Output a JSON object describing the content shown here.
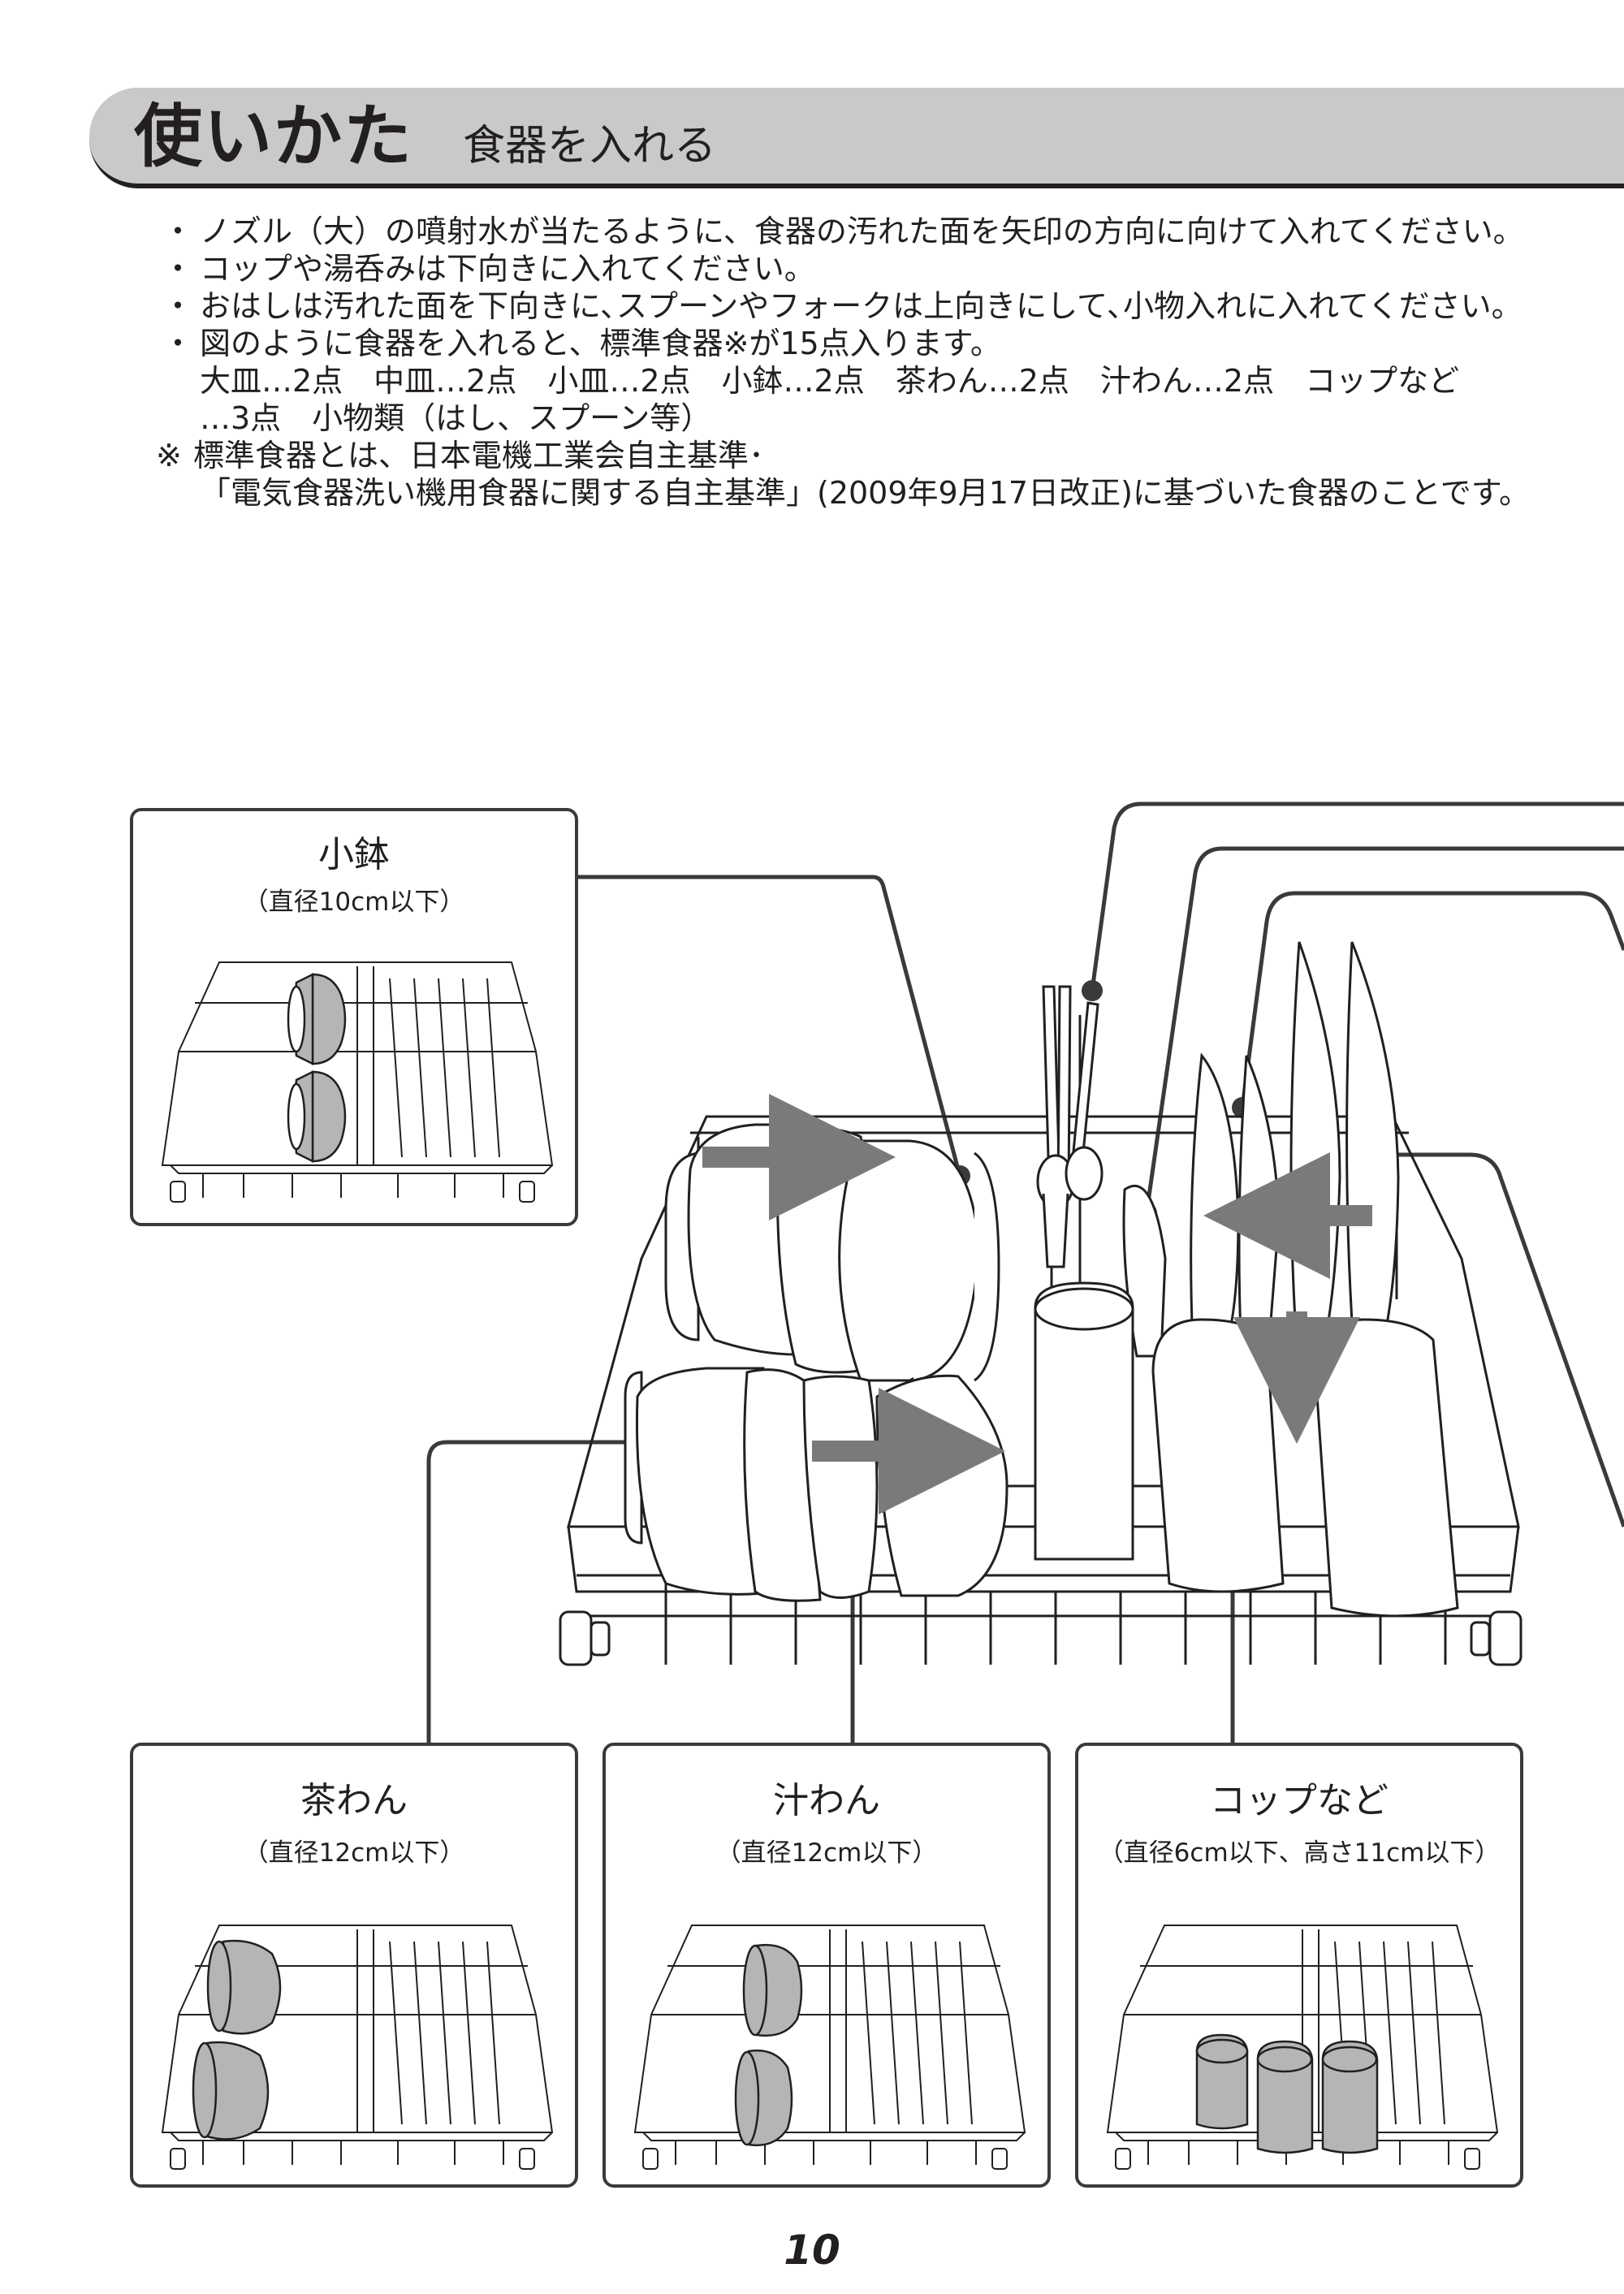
{
  "header": {
    "title": "使いかた",
    "subtitle": "食器を入れる"
  },
  "notes": {
    "bullets": [
      "ノズル（大）の噴射水が当たるように、食器の汚れた面を矢印の方向に向けて入れてください。",
      "コップや湯呑みは下向きに入れてください。",
      "おはしは汚れた面を下向きに､スプーンやフォークは上向きにして､小物入れに入れてください。",
      "図のように食器を入れると、標準食器※が15点入ります。"
    ],
    "bullet_glyph": "・",
    "standard_line1": "大皿…2点　中皿…2点　小皿…2点　小鉢…2点　茶わん…2点　汁わん…2点　コップなど",
    "standard_line2": "…3点　小物類（はし、スプーン等）",
    "footnote_mark": "※",
    "footnote_line1": "標準食器とは、日本電機工業会自主基準･",
    "footnote_line2": "「電気食器洗い機用食器に関する自主基準」(2009年9月17日改正)に基づいた食器のことです。"
  },
  "panels": {
    "kobachi": {
      "title": "小鉢",
      "size": "（直径10cm以下）"
    },
    "chawan": {
      "title": "茶わん",
      "size": "（直径12cm以下）"
    },
    "shiruwan": {
      "title": "汁わん",
      "size": "（直径12cm以下）"
    },
    "cup": {
      "title": "コップなど",
      "size": "（直径6cm以下、高さ11cm以下）"
    }
  },
  "colors": {
    "header_band": "#c9c9ca",
    "line": "#3a3a3a",
    "arrow": "#7a7a7b",
    "dish_fill_gray": "#b5b5b6"
  },
  "page_number": "10"
}
